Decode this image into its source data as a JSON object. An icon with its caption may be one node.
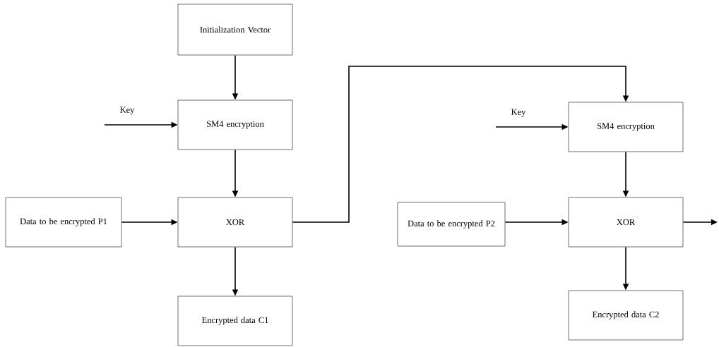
{
  "diagram": {
    "nodes": [
      {
        "text": [
          "Initialization Vector"
        ]
      },
      {
        "text": [
          "SM4 encryption"
        ]
      },
      {
        "text": [
          "Data to be encrypted P1"
        ]
      },
      {
        "text": [
          "XOR"
        ]
      },
      {
        "text": [
          "Encrypted data C1"
        ]
      },
      {
        "text": [
          "SM4 encryption"
        ]
      },
      {
        "text": [
          "Data to be encrypted P2"
        ]
      },
      {
        "text": [
          "XOR"
        ]
      },
      {
        "text": [
          "Encrypted data C2"
        ]
      }
    ],
    "edges": [
      {
        "from": 0,
        "to": 1,
        "arrow": "to"
      },
      {
        "from": null,
        "to": 1,
        "arrow": "to",
        "label": "Key"
      },
      {
        "from": 1,
        "to": 3,
        "arrow": "to"
      },
      {
        "from": 2,
        "to": 3,
        "arrow": "to"
      },
      {
        "from": 3,
        "to": 4,
        "arrow": "to"
      },
      {
        "from": 3,
        "to": 5,
        "arrow": "to"
      },
      {
        "from": null,
        "to": 5,
        "arrow": "to",
        "label": "Key"
      },
      {
        "from": 5,
        "to": 7,
        "arrow": "to"
      },
      {
        "from": 6,
        "to": 7,
        "arrow": "to"
      },
      {
        "from": 7,
        "to": 8,
        "arrow": "to"
      },
      {
        "from": 7,
        "to": null,
        "arrow": "to"
      }
    ]
  }
}
